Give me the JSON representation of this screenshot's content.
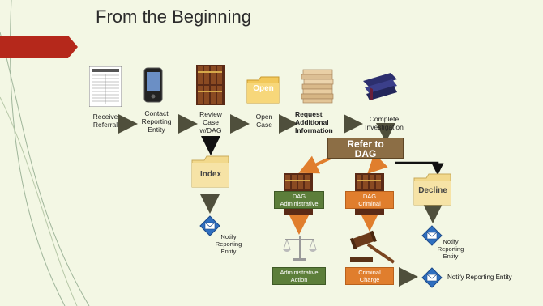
{
  "slide": {
    "title": "From the Beginning",
    "colors": {
      "background": "#f3f7e4",
      "accent_red": "#b5281b",
      "arrow_gray": "#4f4f3c",
      "arrow_orange": "#e07e2d",
      "box_green": "#5c7e3a",
      "box_orange": "#e07e2d",
      "refer_box": "#8c6e45"
    }
  },
  "steps": {
    "receive": "Receive\nReferral",
    "contact": "Contact\nReporting\nEntity",
    "review": "Review\nCase\nw/DAG",
    "open_case": "Open\nCase",
    "request": "Request\nAdditional\nInformation",
    "complete": "Complete\nInvestigation"
  },
  "folders": {
    "open": "Open",
    "index": "Index",
    "decline": "Decline"
  },
  "refer": "Refer to\nDAG",
  "boxes": {
    "dag_admin": "DAG\nAdministrative",
    "dag_criminal": "DAG\nCriminal",
    "admin_action": "Administrative\nAction",
    "criminal_charge": "Criminal\nCharge"
  },
  "notify": {
    "index": "Notify\nReporting\nEntity",
    "decline": "Notify\nReporting\nEntity",
    "bottom": "Notify Reporting Entity"
  }
}
